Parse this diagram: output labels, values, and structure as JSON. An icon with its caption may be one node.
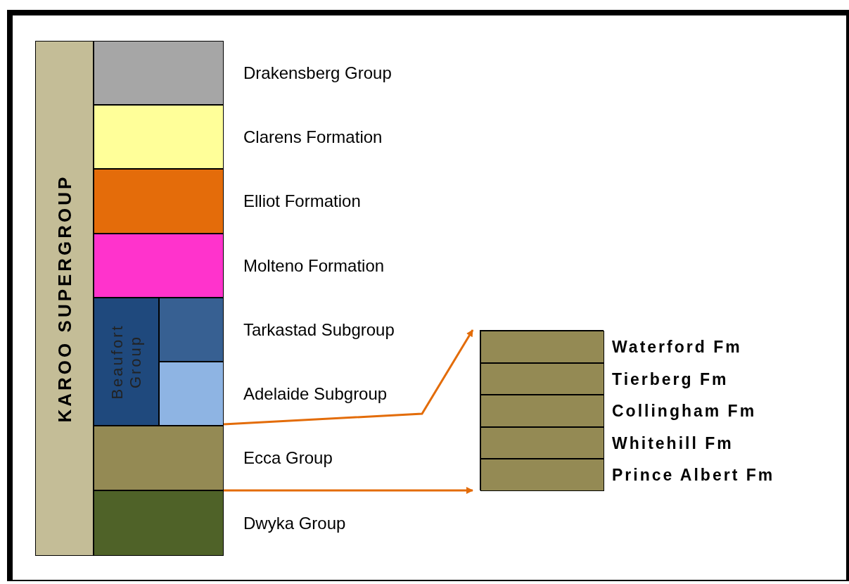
{
  "diagram": {
    "nodes": [
      {
        "text": [
          "KAROO SUPERGROUP"
        ]
      },
      {
        "text": [],
        "shape": "box",
        "beside": [
          "Drakensberg Group"
        ]
      },
      {
        "text": [],
        "shape": "box",
        "beside": [
          "Clarens Formation"
        ]
      },
      {
        "text": [],
        "shape": "box",
        "beside": [
          "Elliot Formation"
        ]
      },
      {
        "text": [],
        "shape": "box",
        "beside": [
          "Molteno Formation"
        ]
      },
      {
        "text": [
          "Beaufort Group"
        ]
      },
      {
        "text": [],
        "shape": "box",
        "beside": [
          "Tarkastad Subgroup"
        ]
      },
      {
        "text": [],
        "shape": "box",
        "beside": [
          "Adelaide Subgroup"
        ]
      },
      {
        "text": [],
        "shape": "box",
        "beside": [
          "Ecca Group"
        ]
      },
      {
        "text": [],
        "shape": "box",
        "beside": [
          "Dwyka Group"
        ]
      },
      {
        "text": [],
        "shape": "box"
      },
      {
        "text": [],
        "shape": "box",
        "beside": [
          "Waterford Fm"
        ],
        "in": 10
      },
      {
        "text": [],
        "shape": "box",
        "beside": [
          "Tierberg Fm"
        ],
        "in": 10
      },
      {
        "text": [],
        "shape": "box",
        "beside": [
          "Collingham Fm"
        ],
        "in": 10
      },
      {
        "text": [],
        "shape": "box",
        "beside": [
          "Whitehill Fm"
        ],
        "in": 10
      },
      {
        "text": [],
        "shape": "box",
        "beside": [
          "Prince Albert Fm"
        ],
        "in": 10
      }
    ],
    "edges": [
      {
        "from": 8,
        "to": 10,
        "arrow": "to",
        "color": "#e36c09"
      },
      {
        "from": 8,
        "to": 10,
        "arrow": "to",
        "color": "#e36c09"
      }
    ]
  }
}
